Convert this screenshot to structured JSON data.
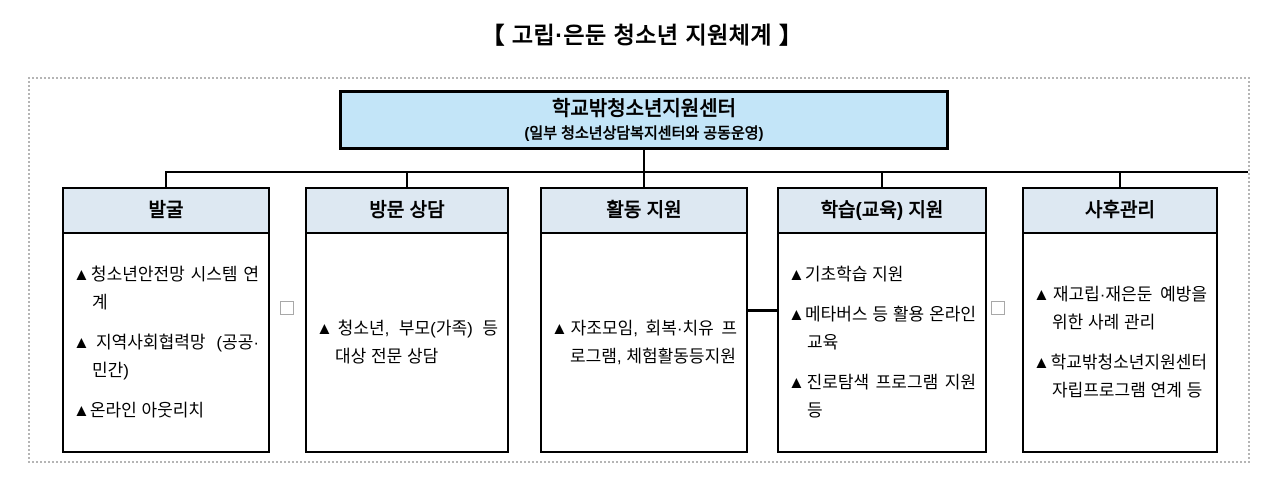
{
  "title": "【 고립·은둔 청소년 지원체계 】",
  "root_box": {
    "title": "학교밖청소년지원센터",
    "subtitle": "(일부 청소년상담복지센터와 공동운영)"
  },
  "columns": [
    {
      "header": "발굴",
      "items": [
        "▲청소년안전망 시스템 연계",
        "▲지역사회협력망 (공공·민간)",
        "▲온라인 아웃리치"
      ]
    },
    {
      "header": "방문 상담",
      "items": [
        "▲청소년, 부모(가족) 등 대상 전문 상담"
      ]
    },
    {
      "header": "활동 지원",
      "items": [
        "▲자조모임, 회복·치유 프로그램, 체험활동등지원"
      ]
    },
    {
      "header": "학습(교육) 지원",
      "items": [
        "▲기초학습 지원",
        "▲메타버스 등 활용 온라인 교육",
        "▲진로탐색 프로그램 지원등"
      ]
    },
    {
      "header": "사후관리",
      "items": [
        "▲재고립·재은둔 예방을 위한 사례 관리",
        "▲학교밖청소년지원센터 자립프로그램 연계 등"
      ]
    }
  ],
  "gap_markers": [
    {
      "between": "발굴 | 방문 상담",
      "type": "empty-square"
    },
    {
      "between": "활동 지원 | 학습(교육) 지원",
      "type": "connector-line"
    },
    {
      "between": "학습(교육) 지원 | 사후관리",
      "type": "empty-square"
    }
  ],
  "colors": {
    "root_box_fill": "#c3e5f8",
    "column_header_fill": "#dde8f2",
    "box_border": "#000000",
    "frame_dotted_border": "#b5b5b5",
    "gap_square_border": "#a8a8a8"
  }
}
